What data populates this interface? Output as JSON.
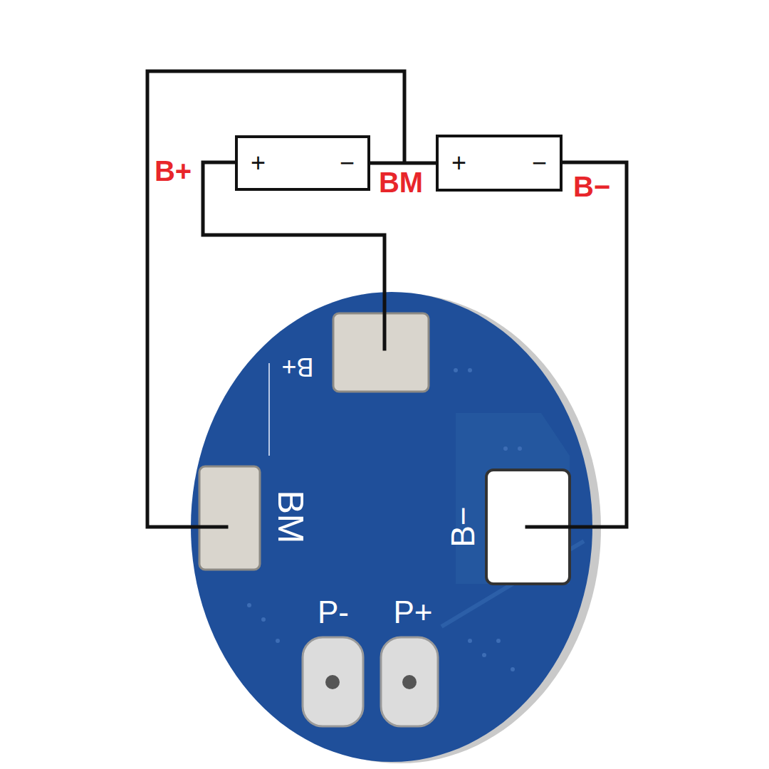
{
  "diagram": {
    "nodes": [
      {
        "text": [
          "+",
          "−"
        ]
      },
      {
        "text": [
          "+",
          "−"
        ]
      }
    ],
    "edges": [
      {
        "from": 0,
        "to": 1,
        "arrow": "none"
      }
    ],
    "labels": [
      "B+",
      "BM",
      "B−",
      "B+",
      "BM",
      "B−",
      "P-",
      "P+"
    ]
  }
}
